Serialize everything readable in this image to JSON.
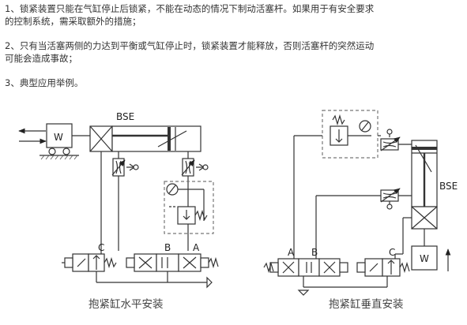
{
  "notes": [
    "1、锁紧装置只能在气缸停止后锁紧，不能在动态的情况下制动活塞杆。如果用于有安全要求",
    "的控制系统，需采取额外的措施；",
    "2、只有当活塞两侧的力达到平衡或气缸停止时，锁紧装置才能释放，否则活塞杆的突然运动",
    "可能会造成事故；",
    "3、典型应用举例。"
  ],
  "left_diagram": {
    "load_label": "W",
    "cylinder_label": "BSE",
    "valve_c_label": "C",
    "valve_b_label": "B",
    "valve_a_label": "A",
    "caption": "抱紧缸水平安装"
  },
  "right_diagram": {
    "load_label": "W",
    "cylinder_label": "BSE",
    "valve_a_label": "A",
    "valve_b_label": "B",
    "valve_c_label": "C",
    "caption": "抱紧缸垂直安装"
  }
}
